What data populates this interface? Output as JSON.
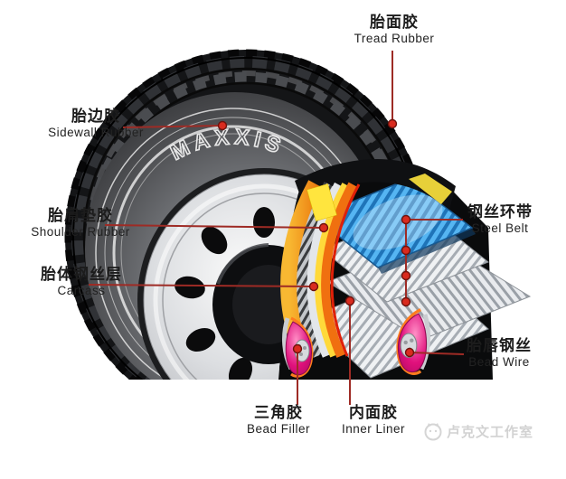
{
  "diagram": {
    "title_semantic": "truck tire cutaway structure diagram",
    "brand_text": "MAXXIS",
    "watermark_text": "卢克文工作室",
    "labels": {
      "tread_rubber": {
        "zh": "胎面胶",
        "en": "Tread Rubber"
      },
      "sidewall_rubber": {
        "zh": "胎边胶",
        "en": "Sidewall Rubber"
      },
      "shoulder_rubber": {
        "zh": "胎肩垫胶",
        "en": "Shoulder Rubber"
      },
      "carcass": {
        "zh": "胎体钢丝层",
        "en": "Carcass"
      },
      "steel_belt": {
        "zh": "钢丝环带",
        "en": "Steel Belt"
      },
      "bead_wire": {
        "zh": "胎唇钢丝",
        "en": "Bead Wire"
      },
      "bead_filler": {
        "zh": "三角胶",
        "en": "Bead Filler"
      },
      "inner_liner": {
        "zh": "内面胶",
        "en": "Inner Liner"
      }
    },
    "colors": {
      "callout_line_red": "#9e2b25",
      "callout_dot_red": "#d92b1f",
      "steel_belt_blue": "#4aa8e8",
      "carcass_orange": "#f29a18",
      "shoulder_yellow": "#ffe53e",
      "inner_liner_orange": "#f07010",
      "bead_pink": "#e3137f",
      "tire_black": "#141517",
      "watermark_gray": "#d2d2d2"
    }
  }
}
